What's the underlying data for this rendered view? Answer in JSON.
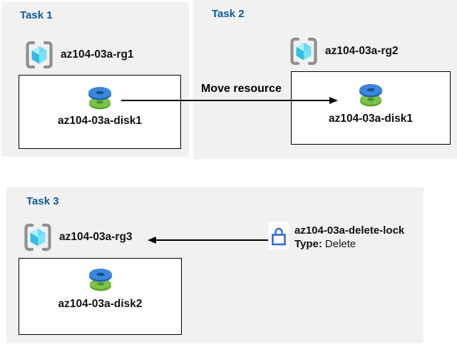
{
  "colors": {
    "panel_bg": "#f1f1f1",
    "task_title": "#0d5a9a",
    "label": "#111111",
    "arrow": "#000000",
    "lock_blue": "#2e6bd3"
  },
  "tasks": [
    {
      "title": "Task 1",
      "resource_group": "az104-03a-rg1",
      "resource": "az104-03a-disk1"
    },
    {
      "title": "Task 2",
      "resource_group": "az104-03a-rg2",
      "resource": "az104-03a-disk1"
    },
    {
      "title": "Task 3",
      "resource_group": "az104-03a-rg3",
      "resource": "az104-03a-disk2"
    }
  ],
  "annotations": {
    "move_label": "Move resource",
    "lock": {
      "name": "az104-03a-delete-lock",
      "type_label": "Type:",
      "type_value": "Delete"
    }
  }
}
